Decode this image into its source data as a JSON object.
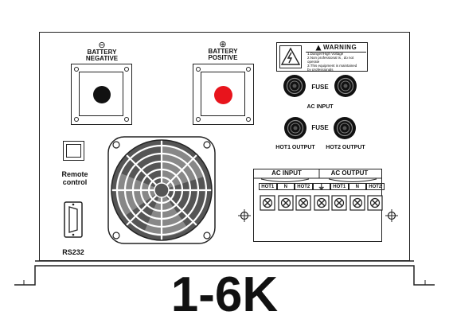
{
  "battery_negative": {
    "symbol": "⊖",
    "line1": "BATTERY",
    "line2": "NEGATIVE"
  },
  "battery_positive": {
    "symbol": "⊕",
    "line1": "BATTERY",
    "line2": "POSITIVE"
  },
  "warning": {
    "title": "WARNING",
    "lines": [
      "1.Danger!High Voltage",
      "2.Non professional is , do not",
      "operate",
      "3.This equipment is maintained",
      "by professionals"
    ]
  },
  "fuse_label": "FUSE",
  "ac_input_label": "AC INPUT",
  "hot1_output_label": "HOT1 OUTPUT",
  "hot2_output_label": "HOT2 OUTPUT",
  "remote_control": {
    "line1": "Remote",
    "line2": "control"
  },
  "rs232_label": "RS232",
  "terminal": {
    "ac_input_header": "AC INPUT",
    "ac_output_header": "AC OUTPUT",
    "input_labels": [
      "HOT1",
      "N",
      "HOT2"
    ],
    "ground_symbol": "⏚",
    "output_labels": [
      "HOT1",
      "N",
      "HOT2"
    ]
  },
  "model_label": "1-6K",
  "colors": {
    "positive_terminal": "#e8141c",
    "negative_terminal": "#111111",
    "line": "#222222"
  }
}
